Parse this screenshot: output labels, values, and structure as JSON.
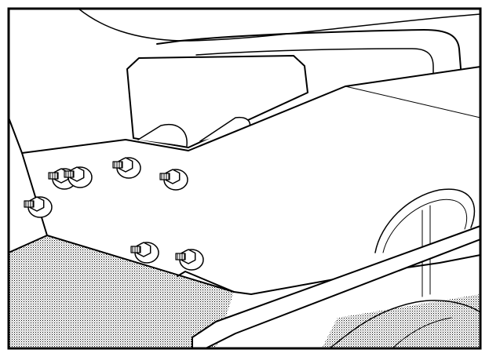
{
  "figure": {
    "kind": "technical-line-illustration",
    "stroke_color": "#000000",
    "fill_color": "#ffffff",
    "ground_pattern": "stipple",
    "bolt_count": 7
  }
}
